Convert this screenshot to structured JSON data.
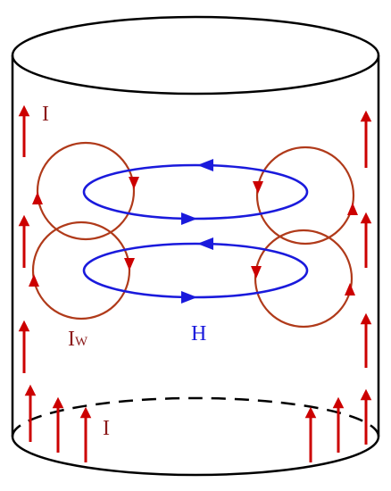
{
  "diagram": {
    "labels": {
      "current_top": "I",
      "current_bottom": "I",
      "wall_current": "I",
      "wall_current_sub": "W",
      "field": "H"
    },
    "colors": {
      "outline": "#000000",
      "current": "#cc0000",
      "wall_current": "#b03a1a",
      "field": "#1a1adc",
      "label_current": "#8b1a1a",
      "label_field": "#1a1adc"
    },
    "icons": {
      "current_arrow": "up-arrow-icon",
      "loop_arrowhead": "arrowhead-icon"
    }
  }
}
